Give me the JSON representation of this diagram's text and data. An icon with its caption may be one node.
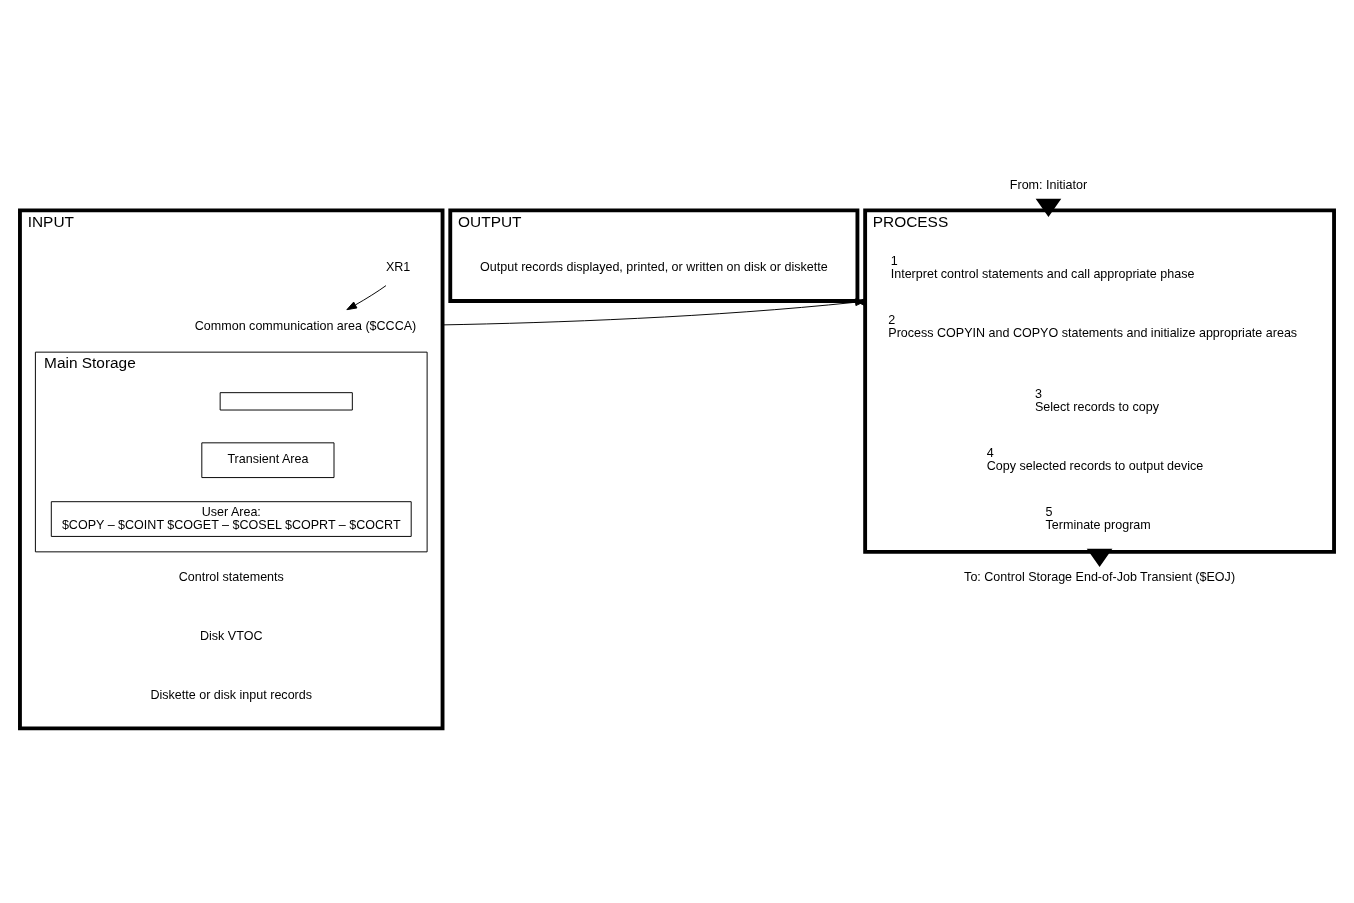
{
  "diagram": {
    "nodes": [
      {
        "text": [
          "INPUT"
        ]
      },
      {
        "text": [
          "XR1"
        ],
        "in": 0
      },
      {
        "text": [
          "Common communication area ($CCCA)"
        ],
        "in": 0
      },
      {
        "text": [
          "Main Storage"
        ],
        "in": 0
      },
      {
        "text": [],
        "shape": "box",
        "in": 3
      },
      {
        "text": [
          "Transient Area"
        ],
        "in": 3
      },
      {
        "text": [
          "User Area:",
          "$COPY – $COINT $COGET – $COSEL $COPRT – $COCRT"
        ],
        "in": 3
      },
      {
        "text": [
          "Control statements"
        ],
        "in": 0
      },
      {
        "text": [
          "Disk VTOC"
        ],
        "in": 0
      },
      {
        "text": [
          "Diskette or disk input records"
        ],
        "in": 0
      },
      {
        "text": [
          "PROCESS"
        ]
      },
      {
        "text": [
          "1",
          "Interpret control statements and call appropriate phase"
        ],
        "in": 10
      },
      {
        "text": [
          "2",
          "Process COPYIN and COPYO statements and initialize appropriate areas"
        ],
        "in": 10
      },
      {
        "text": [
          "3",
          "Select records to copy"
        ],
        "in": 10
      },
      {
        "text": [
          "4",
          "Copy selected records to output device"
        ],
        "in": 10
      },
      {
        "text": [
          "5",
          "Terminate program"
        ],
        "in": 10
      },
      {
        "text": [
          "OUTPUT"
        ]
      },
      {
        "text": [
          "Output records displayed, printed, or written on disk or diskette"
        ],
        "in": 16
      },
      {
        "text": [
          "From: Initiator"
        ]
      },
      {
        "text": [
          "To: Control Storage End-of-Job Transient ($EOJ)"
        ]
      }
    ],
    "edges": [
      {
        "from": 1,
        "to": 2,
        "arrow": "to"
      },
      {
        "from": 0,
        "to": 10,
        "arrow": "to"
      },
      {
        "from": 10,
        "to": 16,
        "arrow": "to"
      },
      {
        "from": 18,
        "to": 10,
        "arrow": "to",
        "style": "thick"
      },
      {
        "from": 10,
        "to": 19,
        "arrow": "to",
        "style": "thick"
      }
    ]
  }
}
